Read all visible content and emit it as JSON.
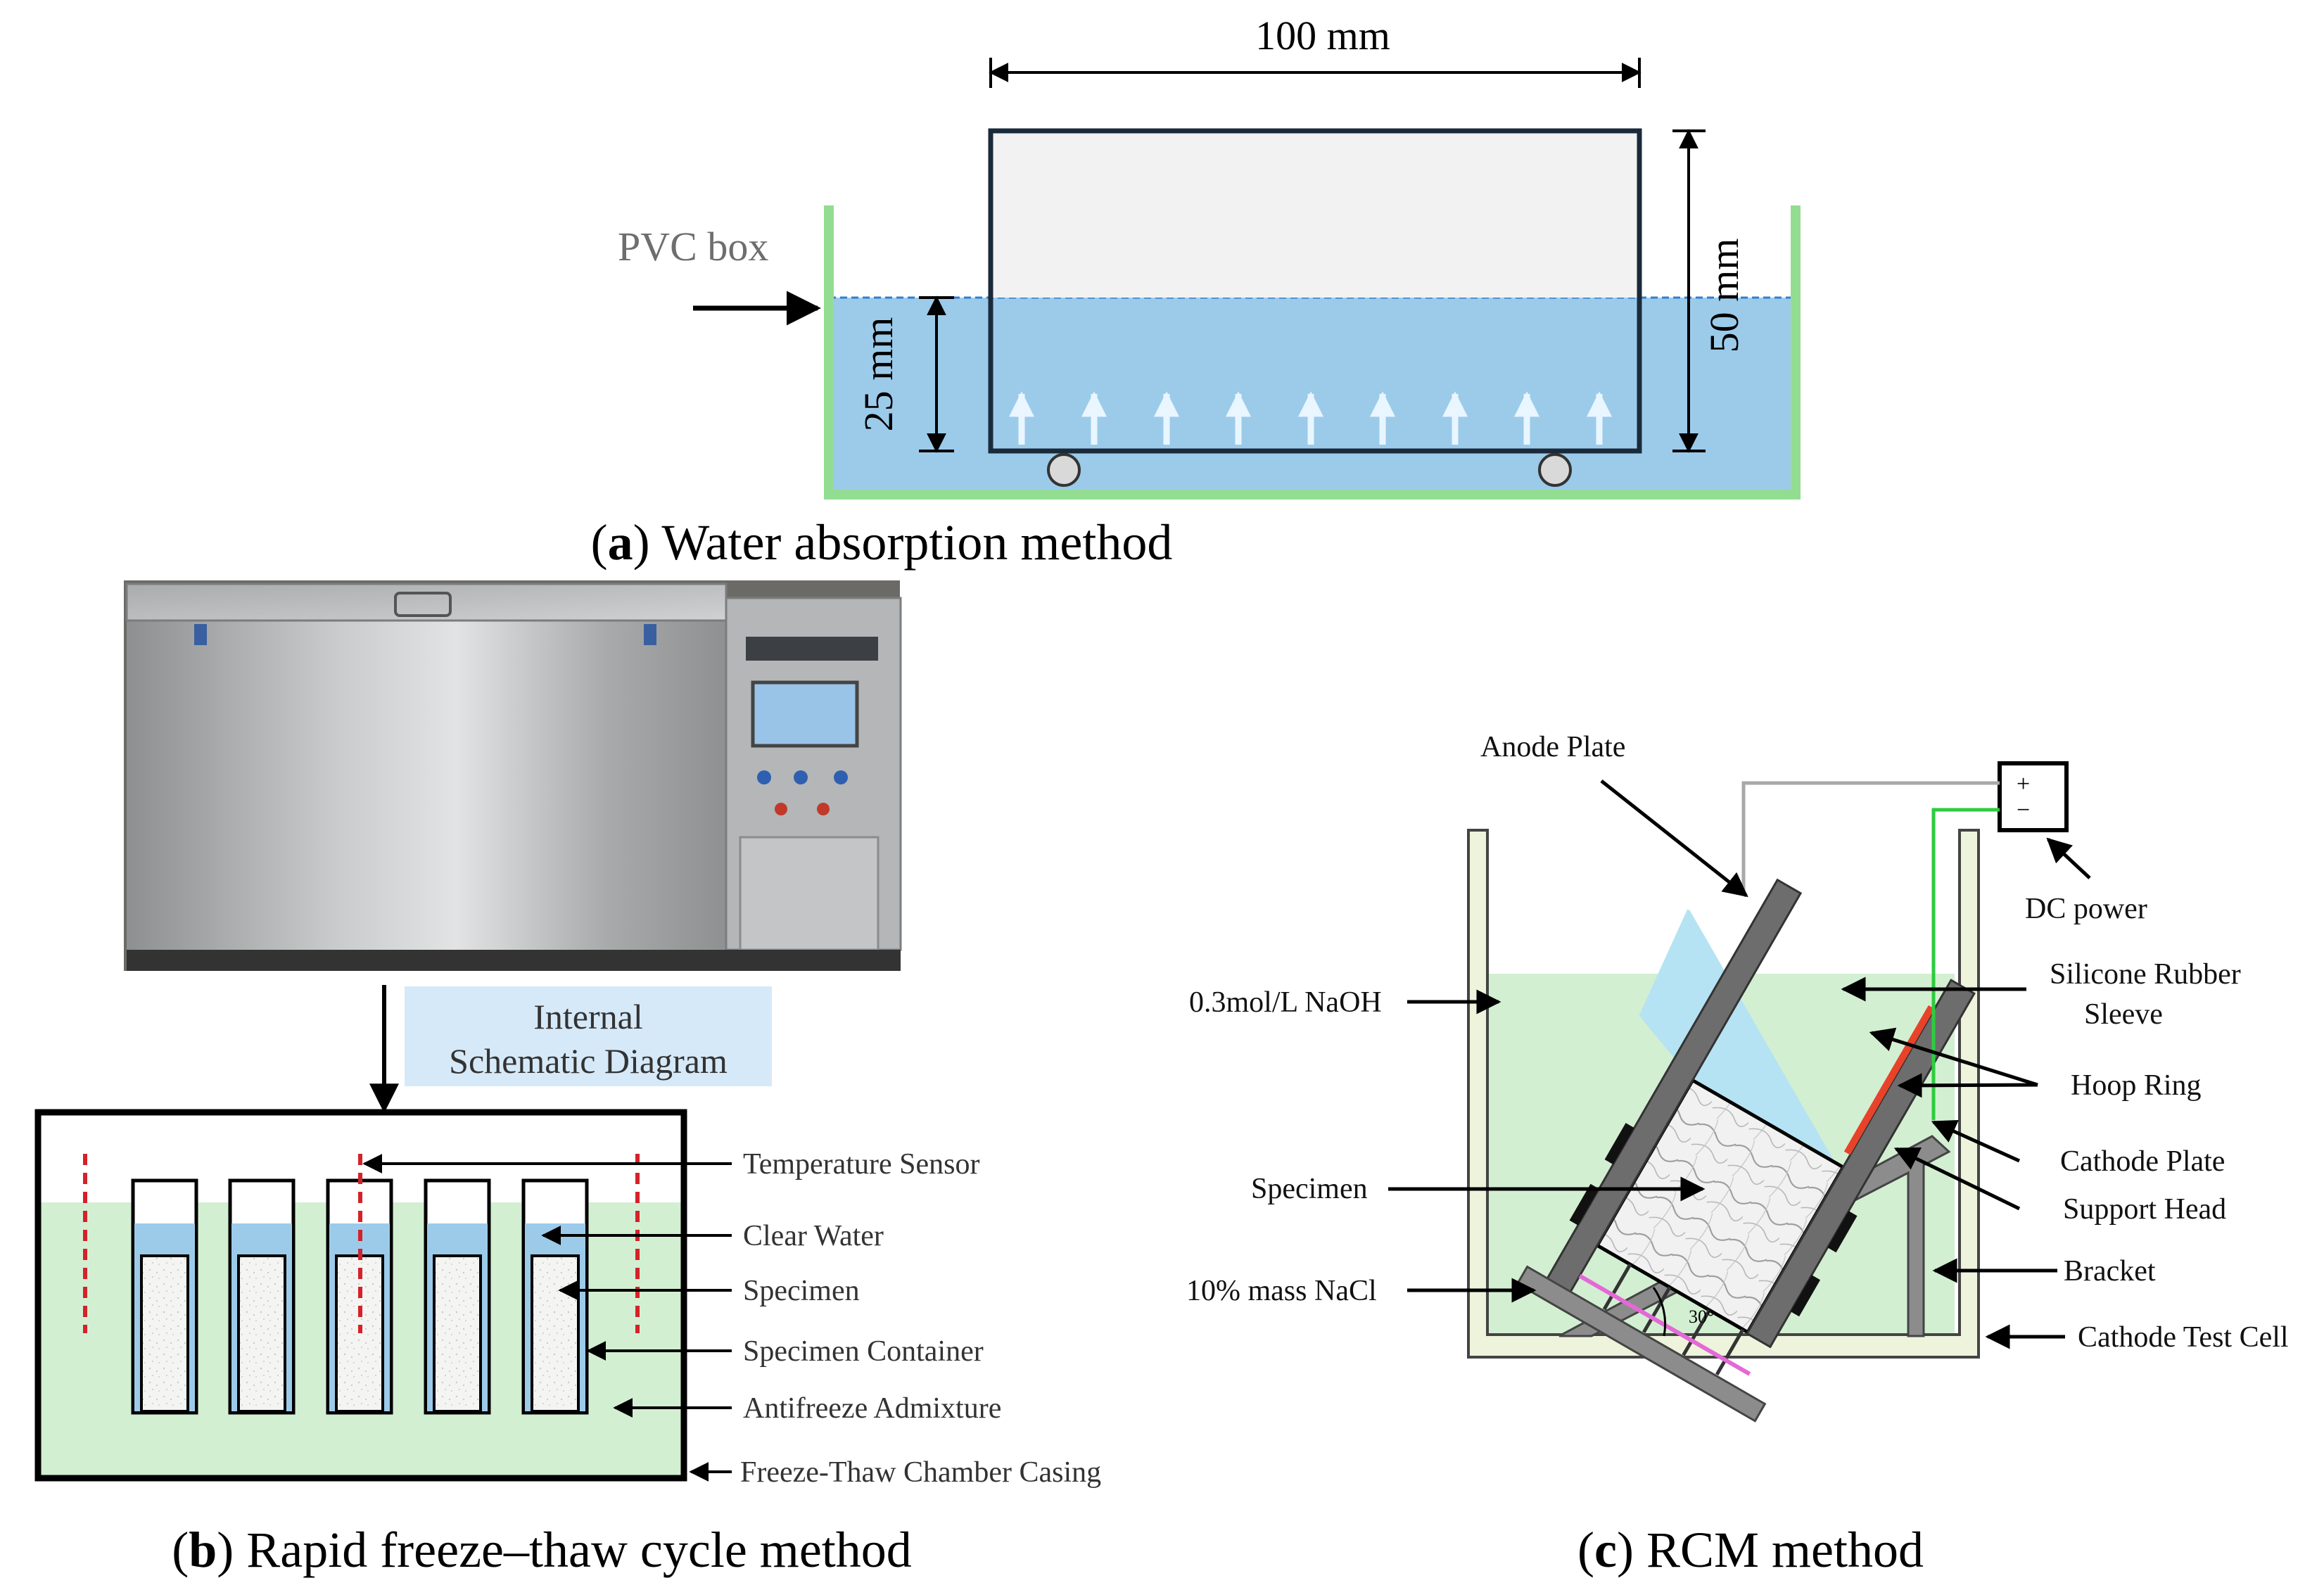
{
  "panel_a": {
    "width_label": "100 mm",
    "height_label": "50 mm",
    "water_depth_label": "25 mm",
    "box_label": "PVC box",
    "caption_letter": "a",
    "caption_open": "(",
    "caption_rest": ") Water absorption method"
  },
  "panel_b": {
    "callout_line1": "Internal",
    "callout_line2": "Schematic Diagram",
    "labels": [
      "Temperature Sensor",
      "Clear Water",
      "Specimen",
      "Specimen Container",
      "Antifreeze Admixture",
      "Freeze-Thaw Chamber Casing"
    ],
    "caption_letter": "b",
    "caption_open": "(",
    "caption_rest": ") Rapid freeze–thaw cycle method"
  },
  "panel_c": {
    "labels": {
      "anode": "Anode Plate",
      "dc": "DC power",
      "naoh": "0.3mol/L NaOH",
      "sleeve_1": "Silicone Rubber",
      "sleeve_2": "Sleeve",
      "hoop": "Hoop Ring",
      "cathode": "Cathode Plate",
      "support": "Support Head",
      "specimen": "Specimen",
      "bracket": "Bracket",
      "nacl": "10% mass NaCl",
      "cell": "Cathode Test Cell",
      "angle": "30°",
      "plus": "+",
      "minus": "−"
    },
    "caption_letter": "c",
    "caption_open": "(",
    "caption_rest": ") RCM method"
  },
  "colors": {
    "water": "#9ccbea",
    "pvc": "#93dd93",
    "naoh": "#b6e3f3",
    "nacl": "#d3efd2",
    "anode": "#e8432a",
    "sensor": "#d4222a",
    "mesh": "#e36ad6",
    "wire_pos": "#a8a8a8",
    "wire_neg": "#2ecc40"
  }
}
